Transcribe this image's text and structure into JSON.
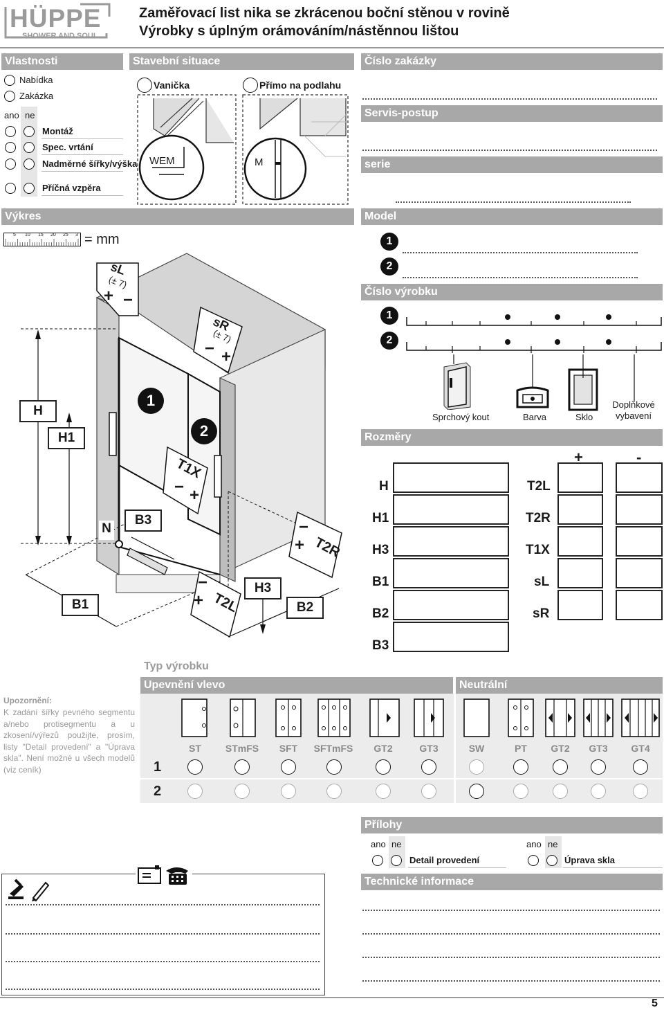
{
  "brand": {
    "name": "HÜPPE",
    "tagline": "SHOWER AND SOUL"
  },
  "header": {
    "title_line1": "Zaměřovací list nika se zkrácenou boční stěnou v rovině",
    "title_line2": "Výrobky s úplným orámováním/nástěnnou lištou"
  },
  "properties": {
    "heading": "Vlastnosti",
    "offer": "Nabídka",
    "order": "Zakázka",
    "yes": "ano",
    "no": "ne",
    "items": [
      "Montáž",
      "Spec. vrtání",
      "Nadměrné šířky/výška",
      "Příčná vzpěra"
    ]
  },
  "situation": {
    "heading": "Stavební situace",
    "tray": "Vanička",
    "floor": "Přímo na podlahu",
    "wem": "WEM",
    "m": "M"
  },
  "order_no": {
    "heading": "Číslo zakázky"
  },
  "service": {
    "heading": "Servis-postup"
  },
  "series": {
    "heading": "serie"
  },
  "drawing": {
    "heading": "Výkres",
    "scale_ticks": [
      "5",
      "10",
      "15",
      "20",
      "25",
      "3"
    ],
    "scale_unit": "= mm",
    "labels": {
      "H": "H",
      "H1": "H1",
      "N": "N",
      "B3": "B3",
      "B1": "B1",
      "B2": "B2",
      "H3": "H3",
      "T1X": "T1X",
      "T2L": "T2L",
      "T2R": "T2R",
      "sL": "sL",
      "sR": "sR",
      "tol": "(± 7)",
      "num1": "1",
      "num2": "2",
      "plus": "+",
      "minus": "−"
    }
  },
  "model": {
    "heading": "Model",
    "n1": "1",
    "n2": "2"
  },
  "product_no": {
    "heading": "Číslo výrobku",
    "n1": "1",
    "n2": "2",
    "captions": [
      "Sprchový kout",
      "Barva",
      "Sklo",
      "Doplňkové vybavení"
    ]
  },
  "dimensions": {
    "heading": "Rozměry",
    "plus": "+",
    "minus": "-",
    "left": [
      "H",
      "H1",
      "H3",
      "B1",
      "B2",
      "B3"
    ],
    "right": [
      "T2L",
      "T2R",
      "T1X",
      "sL",
      "sR"
    ]
  },
  "product_type": {
    "heading": "Typ výrobku",
    "mount_left": "Upevnění vlevo",
    "neutral": "Neutrální",
    "row1": "1",
    "row2": "2",
    "left_types": [
      "ST",
      "STmFS",
      "SFT",
      "SFTmFS",
      "GT2",
      "GT3"
    ],
    "neutral_types": [
      "SW",
      "PT",
      "GT2",
      "GT3",
      "GT4"
    ]
  },
  "notice": {
    "title": "Upozornění:",
    "body": "K zadání šířky pevného segmentu a/nebo protisegmentu a u zkosení/výřezů použijte, prosím, listy \"Detail provedení\" a \"Úprava skla\". Není možné u všech modelů (viz ceník)"
  },
  "attachments": {
    "heading": "Přílohy",
    "yes": "ano",
    "no": "ne",
    "detail": "Detail provedení",
    "glass": "Úprava skla"
  },
  "tech_info": {
    "heading": "Technické informace"
  },
  "page_number": "5"
}
